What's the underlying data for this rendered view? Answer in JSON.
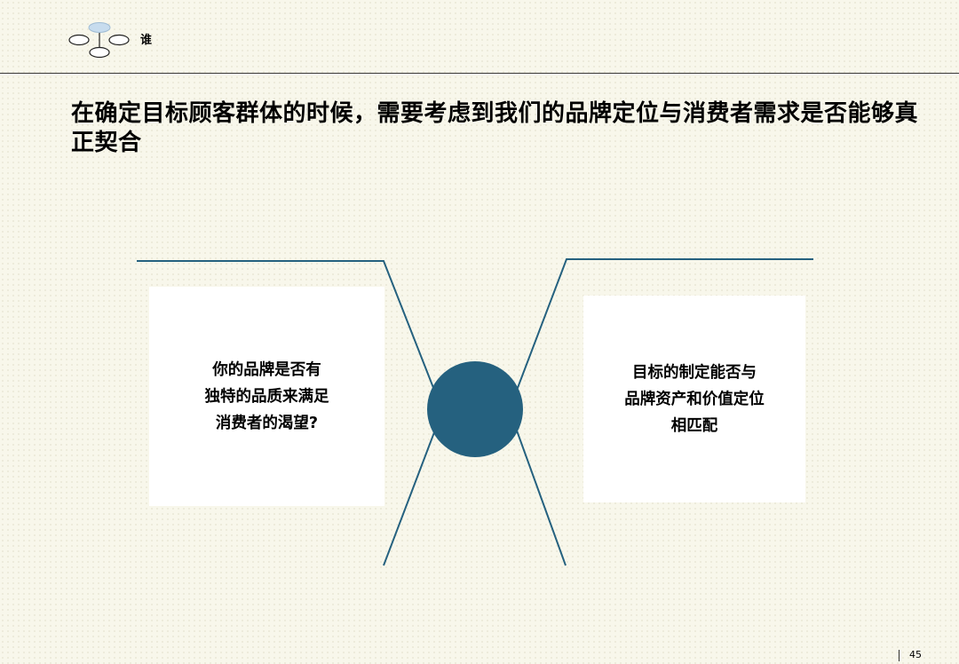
{
  "header": {
    "section_label": "谁"
  },
  "headline": "在确定目标顾客群体的时候，需要考虑到我们的品牌定位与消费者需求是否能够真正契合",
  "cards": {
    "left": "你的品牌是否有\n独特的品质来满足\n消费者的渴望?",
    "right": "目标的制定能否与\n品牌资产和价值定位\n相匹配"
  },
  "colors": {
    "accent": "#25617f",
    "logo_fill": "#c7dcee",
    "background": "#f8f7eb"
  },
  "footer": {
    "page_number": "45"
  }
}
